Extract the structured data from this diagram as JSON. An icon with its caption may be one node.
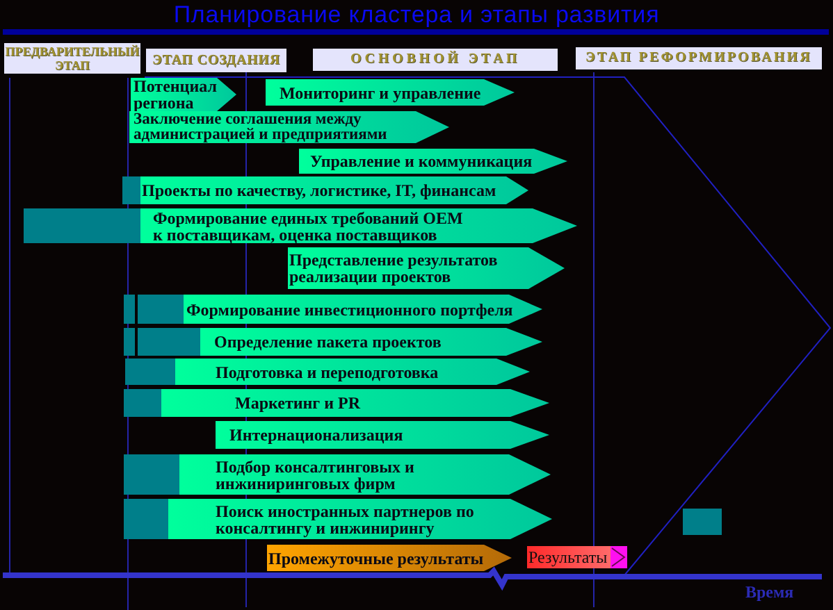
{
  "diagram": {
    "title": "Планирование кластера и этапы развития",
    "nodes": [
      {
        "text": [
          "ПРЕДВАРИТЕЛЬНЫЙ ЭТАП"
        ]
      },
      {
        "text": [
          "ЭТАП СОЗДАНИЯ"
        ]
      },
      {
        "text": [
          "ОСНОВНОЙ ЭТАП"
        ]
      },
      {
        "text": [
          "ЭТАП РЕФОРМИРОВАНИЯ"
        ]
      },
      {
        "text": [
          "Потенциал региона"
        ]
      },
      {
        "text": [
          "Мониторинг и управление"
        ]
      },
      {
        "text": [
          "Заключение соглашения между администрацией и предприятиями"
        ]
      },
      {
        "text": [
          "Управление и коммуникация"
        ]
      },
      {
        "text": [],
        "shape": "bar"
      },
      {
        "text": [
          "Проекты по качеству, логистике, IT, финансам"
        ]
      },
      {
        "text": [],
        "shape": "bar"
      },
      {
        "text": [
          "Формирование единых требований OEM к поставщикам, оценка поставщиков"
        ]
      },
      {
        "text": [
          "Представление результатов реализации проектов"
        ]
      },
      {
        "text": [],
        "shape": "bar"
      },
      {
        "text": [],
        "shape": "bar"
      },
      {
        "text": [
          "Формирование инвестиционного портфеля"
        ]
      },
      {
        "text": [],
        "shape": "bar"
      },
      {
        "text": [],
        "shape": "bar"
      },
      {
        "text": [
          "Определение пакета проектов"
        ]
      },
      {
        "text": [],
        "shape": "bar"
      },
      {
        "text": [
          "Подготовка и переподготовка"
        ]
      },
      {
        "text": [],
        "shape": "bar"
      },
      {
        "text": [
          "Маркетинг и PR"
        ]
      },
      {
        "text": [
          "Интернационализация"
        ]
      },
      {
        "text": [],
        "shape": "bar"
      },
      {
        "text": [
          "Подбор консалтинговых и инжиниринговых фирм"
        ]
      },
      {
        "text": [],
        "shape": "bar"
      },
      {
        "text": [
          "Поиск иностранных партнеров по консалтингу и инжинирингу"
        ]
      },
      {
        "text": [],
        "shape": "bar"
      },
      {
        "text": [
          "Промежуточные результаты"
        ]
      },
      {
        "text": [
          "Результаты"
        ]
      }
    ],
    "labels": [
      "Время"
    ]
  }
}
